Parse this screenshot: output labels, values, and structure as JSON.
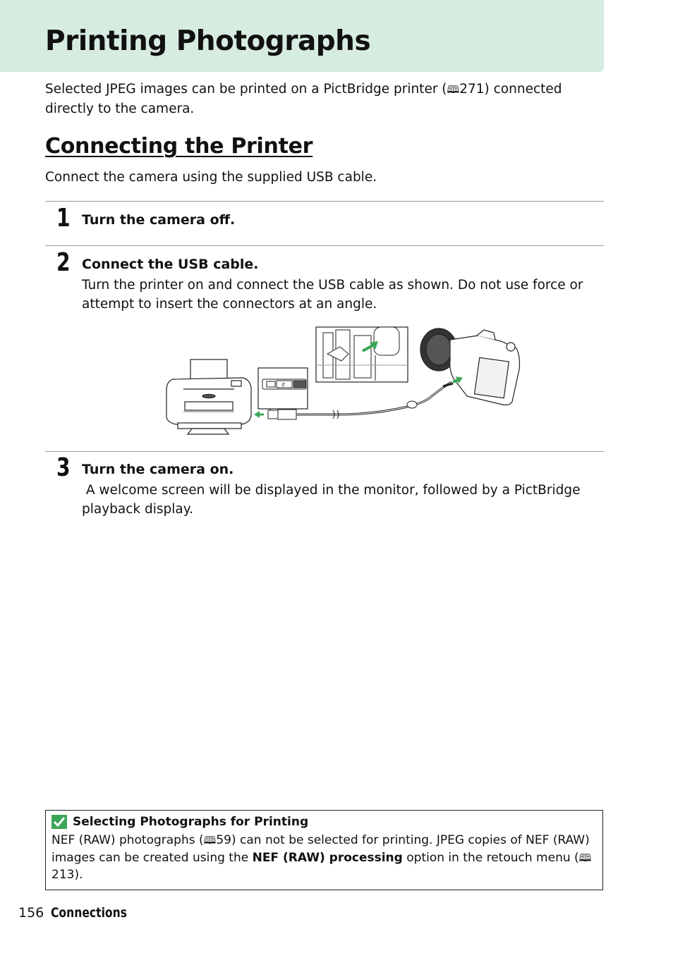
{
  "page": {
    "title": "Printing Photographs",
    "intro_before": "Selected JPEG images can be printed on a PictBridge printer (",
    "intro_ref": "271",
    "intro_after": ") connected directly to the camera."
  },
  "section": {
    "title": "Connecting the Printer",
    "intro": "Connect the camera using the supplied USB cable."
  },
  "steps": [
    {
      "number": "1",
      "title": "Turn the camera off.",
      "body": ""
    },
    {
      "number": "2",
      "title": "Connect the USB cable.",
      "body": "Turn the printer on and connect the USB cable as shown.  Do not use force or attempt to insert the connectors at an angle."
    },
    {
      "number": "3",
      "title": "Turn the camera on.",
      "body": " A welcome screen will be displayed in the monitor, followed by a PictBridge playback display."
    }
  ],
  "note": {
    "title": "Selecting Photographs for Printing",
    "text_1": "NEF (RAW) photographs (",
    "ref_1": "59",
    "text_2": ") can not be selected for printing.  JPEG copies of NEF (RAW) images can be created using the ",
    "bold": "NEF (RAW) processing",
    "text_3": " option in the retouch menu (",
    "ref_2": "213",
    "text_4": ")."
  },
  "ref_icon": "book-reference-icon",
  "colors": {
    "header_band": "#d7ece0",
    "accent_green": "#3aa655"
  },
  "footer": {
    "page_number": "156",
    "section": "Connections"
  }
}
